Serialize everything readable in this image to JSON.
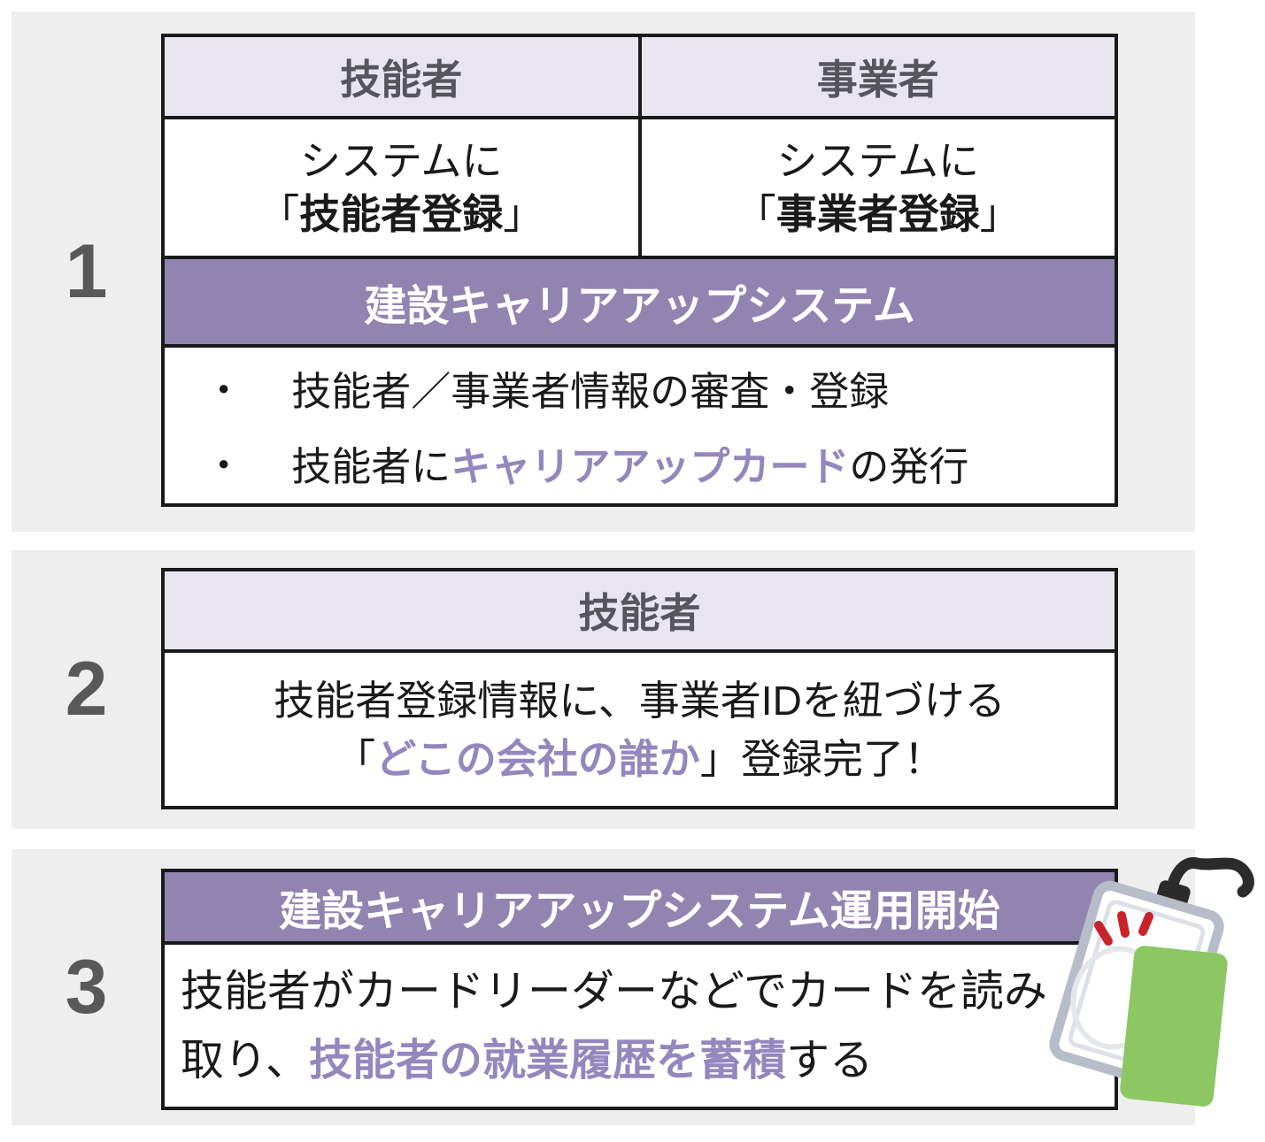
{
  "bullet_glyph": "●",
  "colors": {
    "panel_gray": "#EEEEEE",
    "header_lavender": "#E8E5F1",
    "band_purple": "#9284B0",
    "accent_purple": "#9487BE",
    "border_black": "#1A1A1A",
    "number_gray": "#595959",
    "header_text_gray": "#57555C",
    "band_text_white": "#FFFFFF",
    "card_green": "#8CC763",
    "signal_red": "#C8232A",
    "reader_border_gray": "#B6BDC9",
    "cable_black": "#2B2B2B"
  },
  "sections": [
    {
      "number": "1",
      "table": {
        "columns": [
          "技能者",
          "事業者"
        ],
        "cells": [
          {
            "line1": "システムに",
            "open": "「",
            "bold": "技能者登録",
            "close": "」"
          },
          {
            "line1": "システムに",
            "open": "「",
            "bold": "事業者登録",
            "close": "」"
          }
        ],
        "band": "建設キャリアアップシステム",
        "bullets": [
          {
            "pre": "技能者／事業者情報の審査・登録",
            "accent": "",
            "post": ""
          },
          {
            "pre": "技能者に",
            "accent": "キャリアアップカード",
            "post": "の発行"
          }
        ]
      }
    },
    {
      "number": "2",
      "table": {
        "header": "技能者",
        "line1": "技能者登録情報に、事業者IDを紐づける",
        "line2": {
          "pre": "「",
          "accent": "どこの会社の誰か",
          "post": "」登録完了！"
        }
      }
    },
    {
      "number": "3",
      "table": {
        "band": "建設キャリアアップシステム運用開始",
        "body": {
          "line1": "技能者がカードリーダーなどでカードを読み",
          "line2_pre": "取り、",
          "accent": "技能者の就業履歴を蓄積",
          "post": "する"
        }
      }
    }
  ],
  "illustration": {
    "icon": "card-reader-with-ic-card-icon"
  }
}
